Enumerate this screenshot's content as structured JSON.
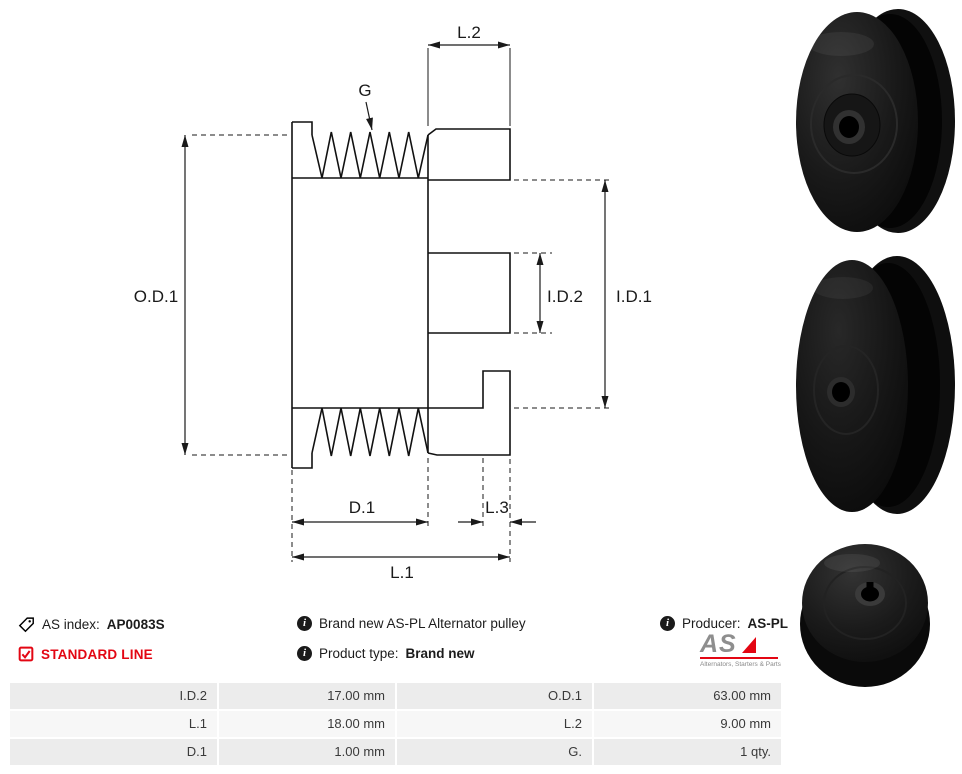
{
  "colors": {
    "accent_red": "#e30613",
    "drawing_line": "#1a1a1a",
    "table_row_dark": "#ececec",
    "table_row_light": "#f7f7f7"
  },
  "diagram": {
    "labels": {
      "od1": "O.D.1",
      "g": "G",
      "l2": "L.2",
      "id2": "I.D.2",
      "id1": "I.D.1",
      "d1": "D.1",
      "l3": "L.3",
      "l1": "L.1"
    }
  },
  "photos": [
    {
      "alt": "alternator pulley photo front angled"
    },
    {
      "alt": "alternator pulley photo side angled"
    },
    {
      "alt": "alternator pulley photo top view"
    }
  ],
  "info": {
    "as_index_label": "AS index:",
    "as_index_value": "AP0083S",
    "standard_line": "STANDARD LINE",
    "description": "Brand new AS-PL Alternator pulley",
    "product_type_label": "Product type:",
    "product_type_value": "Brand new",
    "producer_label": "Producer:",
    "producer_value": "AS-PL",
    "info_glyph": "i",
    "logo": {
      "text": "AS",
      "tagline": "Alternators, Starters & Parts"
    }
  },
  "specs": {
    "rows": [
      {
        "c1": "I.D.2",
        "v1": "17.00 mm",
        "c2": "O.D.1",
        "v2": "63.00 mm"
      },
      {
        "c1": "L.1",
        "v1": "18.00 mm",
        "c2": "L.2",
        "v2": "9.00 mm"
      },
      {
        "c1": "D.1",
        "v1": "1.00 mm",
        "c2": "G.",
        "v2": "1 qty."
      }
    ]
  }
}
